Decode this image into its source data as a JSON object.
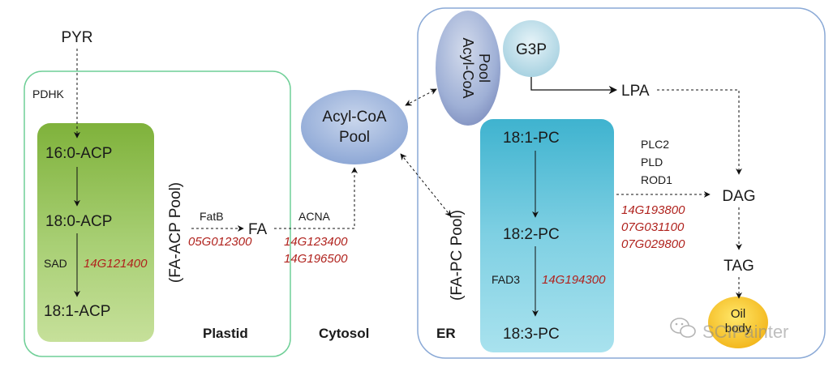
{
  "nodes": {
    "pyr": "PYR",
    "acp_16_0": "16:0-ACP",
    "acp_18_0": "18:0-ACP",
    "acp_18_1": "18:1-ACP",
    "fa": "FA",
    "acyl_coa_pool_line1": "Acyl-CoA",
    "acyl_coa_pool_line2": "Pool",
    "er_acyl_coa_pool_line1": "Acyl-CoA",
    "er_acyl_coa_pool_line2": "Pool",
    "g3p": "G3P",
    "lpa": "LPA",
    "pc_18_1": "18:1-PC",
    "pc_18_2": "18:2-PC",
    "pc_18_3": "18:3-PC",
    "dag": "DAG",
    "tag": "TAG",
    "oil_body_line1": "Oil",
    "oil_body_line2": "body"
  },
  "pools": {
    "fa_acp": "(FA-ACP Pool)",
    "fa_pc": "(FA-PC Pool)"
  },
  "enzymes": {
    "pdhk": "PDHK",
    "sad": "SAD",
    "fatb": "FatB",
    "acna": "ACNA",
    "fad3": "FAD3",
    "plc2": "PLC2",
    "pld": "PLD",
    "rod1": "ROD1"
  },
  "genes": {
    "sad": "14G121400",
    "fatb": "05G012300",
    "acna_1": "14G123400",
    "acna_2": "14G196500",
    "fad3": "14G194300",
    "dag_1": "14G193800",
    "dag_2": "07G031100",
    "dag_3": "07G029800"
  },
  "compartments": {
    "plastid": "Plastid",
    "cytosol": "Cytosol",
    "er": "ER"
  },
  "watermark": "SCIPainter",
  "colors": {
    "plastid_border": "#6fcf97",
    "er_border": "#8aa9d6",
    "gene_red": "#b0221d"
  }
}
